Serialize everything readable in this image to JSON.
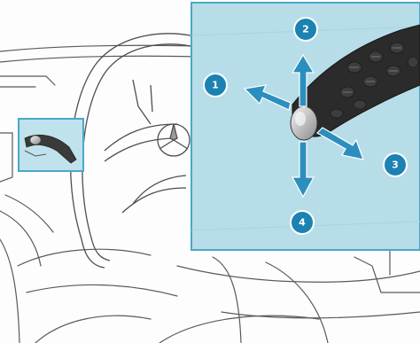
{
  "figure": {
    "callouts": [
      {
        "label": "1"
      },
      {
        "label": "2"
      },
      {
        "label": "3"
      },
      {
        "label": "4"
      }
    ],
    "colors": {
      "inset_background": "#b7dde9",
      "inset_border": "#4aa8c7",
      "callout_fill": "#1c82b2",
      "arrow_fill": "#2a8fbf",
      "line_art": "#555555",
      "lever": "#2b2b2b"
    },
    "icons": [
      "steering-wheel",
      "mercedes-star-logo",
      "cruise-control-lever"
    ]
  }
}
